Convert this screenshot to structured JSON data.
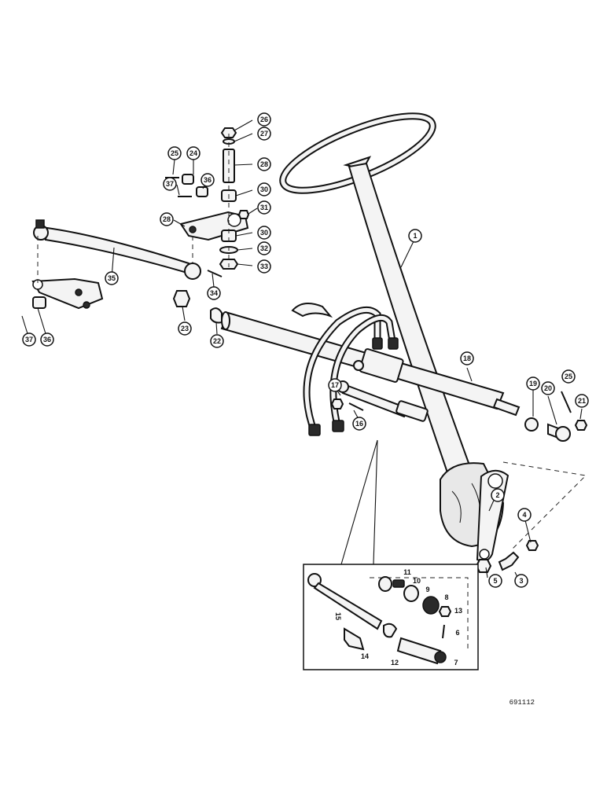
{
  "figure_ref": "691112",
  "callouts": {
    "c1": "1",
    "c2": "2",
    "c3": "3",
    "c4": "4",
    "c5": "5",
    "c16": "16",
    "c17": "17",
    "c18": "18",
    "c19": "19",
    "c20": "20",
    "c21": "21",
    "c22": "22",
    "c23": "23",
    "c24": "24",
    "c25a": "25",
    "c25b": "25",
    "c26": "26",
    "c27": "27",
    "c28a": "28",
    "c28b": "28",
    "c30a": "30",
    "c30b": "30",
    "c31": "31",
    "c32": "32",
    "c33": "33",
    "c34": "34",
    "c35": "35",
    "c36a": "36",
    "c36b": "36",
    "c37a": "37",
    "c37b": "37"
  },
  "inset_labels": {
    "n6": "6",
    "n7": "7",
    "n8": "8",
    "n9": "9",
    "n10": "10",
    "n11": "11",
    "n12": "12",
    "n13": "13",
    "n14": "14",
    "n15": "15"
  }
}
